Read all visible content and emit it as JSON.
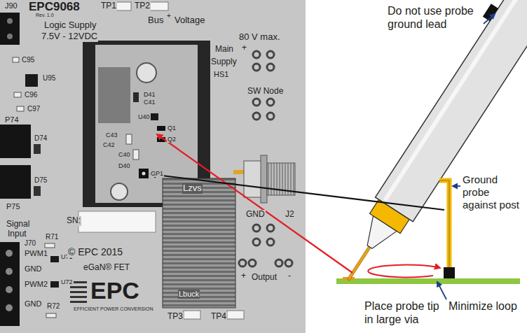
{
  "diagram": {
    "labels": [
      "J90",
      "EPC9068",
      "Rev. 1.0",
      "Logic Supply",
      "7.5V - 12VDC",
      "TP1",
      "TP2",
      "Bus",
      "+",
      "Voltage",
      "80 V max.",
      "Main",
      "+",
      "Supply",
      "HS1",
      "C95",
      "U95",
      "C96",
      "C97",
      "P74",
      "D74",
      "D75",
      "P75",
      "Signal",
      "Input",
      "J70",
      "R71",
      "PWM1",
      "U71",
      "GND",
      "PWM2",
      "U72",
      "GND",
      "R72",
      "SN:",
      "© EPC 2015",
      "eGaN® FET",
      "EPC",
      "EFFICIENT POWER CONVERSION",
      "D41",
      "C41",
      "U40",
      "C43",
      "C42",
      "C40",
      "D40",
      "Q1",
      "Q2",
      "GP1",
      "Lzvs",
      "SW Node",
      "GND",
      "J2",
      "Lbuck",
      "+",
      "Output",
      "-",
      "TP3",
      "TP4",
      "Do not use probe ground lead",
      "Ground probe against post",
      "Place probe tip in large via",
      "Minimize loop"
    ]
  }
}
